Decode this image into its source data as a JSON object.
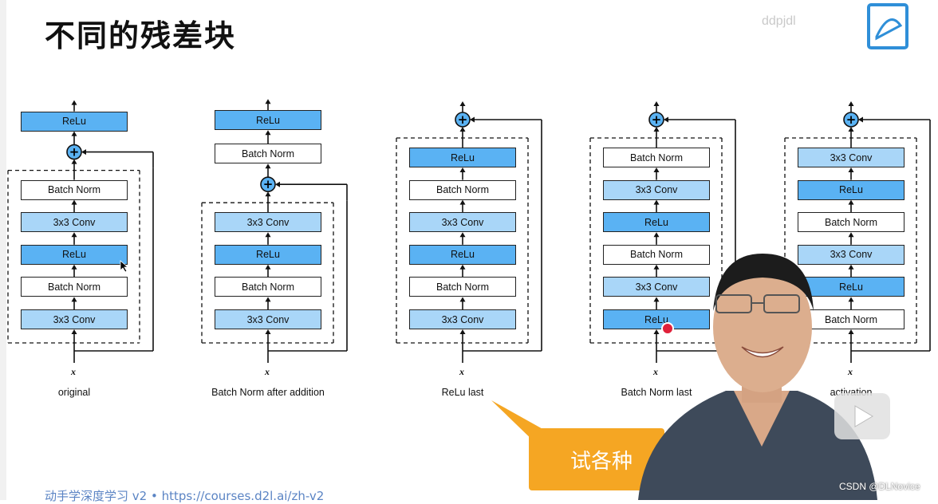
{
  "slide": {
    "title": "不同的残差块",
    "footer": "动手学深度学习 v2 • https://courses.d2l.ai/zh-v2",
    "bubble_text": "试各种",
    "watermark": "CSDN @DLNovice",
    "logo_text": "ddpjdl"
  },
  "diagram": {
    "x_symbol": "x",
    "plus_symbol": "+",
    "variants": [
      {
        "caption": "original",
        "top": [
          "ReLu"
        ],
        "inside": [
          "Batch Norm",
          "3x3 Conv",
          "ReLu",
          "Batch Norm",
          "3x3 Conv"
        ]
      },
      {
        "caption": "Batch Norm after addition",
        "top": [
          "ReLu",
          "Batch Norm"
        ],
        "inside": [
          "3x3 Conv",
          "ReLu",
          "Batch Norm",
          "3x3 Conv"
        ]
      },
      {
        "caption": "ReLu last",
        "top": [],
        "inside": [
          "ReLu",
          "Batch Norm",
          "3x3 Conv",
          "ReLu",
          "Batch Norm",
          "3x3 Conv"
        ]
      },
      {
        "caption": "Batch Norm last",
        "top": [],
        "inside": [
          "Batch Norm",
          "3x3 Conv",
          "ReLu",
          "Batch Norm",
          "3x3 Conv",
          "ReLu"
        ]
      },
      {
        "caption": "activation",
        "top": [],
        "inside": [
          "3x3 Conv",
          "ReLu",
          "Batch Norm",
          "3x3 Conv",
          "ReLu",
          "Batch Norm"
        ]
      }
    ]
  }
}
